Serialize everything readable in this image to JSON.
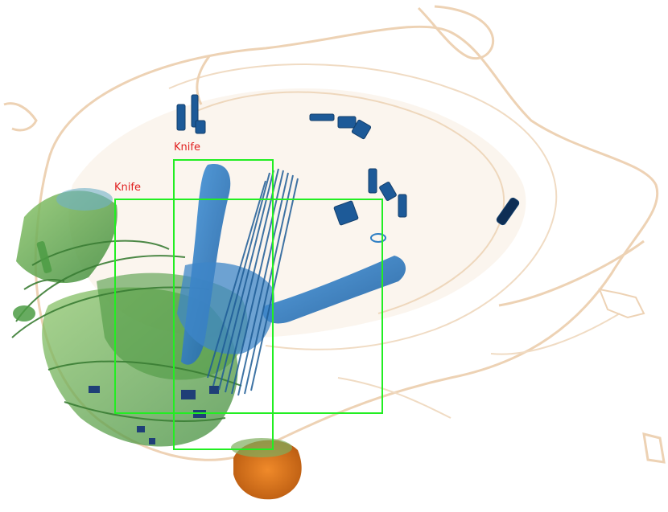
{
  "image": {
    "kind": "x-ray baggage scan",
    "colors": {
      "background": "#ffffff",
      "organic": "#e9b98a",
      "organic_light": "#f3dcc3",
      "mixed": "#5fae4a",
      "inorganic": "#2f7fc4",
      "dense": "#1b4f86",
      "hot": "#e07a22"
    }
  },
  "detections": [
    {
      "label": "Knife",
      "box_color": "#22ee22",
      "label_color": "#e02020"
    },
    {
      "label": "Knife",
      "box_color": "#22ee22",
      "label_color": "#e02020"
    }
  ]
}
